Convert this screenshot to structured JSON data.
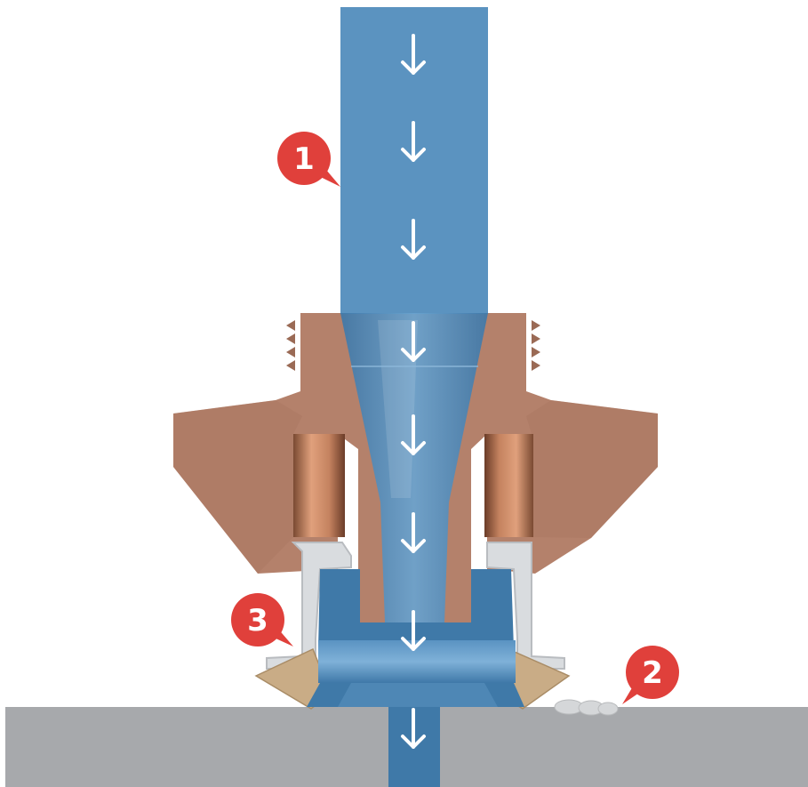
{
  "diagram": {
    "callouts": [
      {
        "label": "1"
      },
      {
        "label": "2"
      },
      {
        "label": "3"
      }
    ],
    "colors": {
      "stream": "#5b93c0",
      "stream_dark": "#3f79a8",
      "copper_body": "#b4816b",
      "copper_shadow": "#9a6a55",
      "copper_bore": "#c98a6a",
      "seal_silver": "#d9dcdf",
      "seal_tan": "#c9ac86",
      "surface": "#a7a9ac",
      "callout": "#e0403b",
      "arrow": "#ffffff"
    },
    "icons": [
      "down-arrow-icon",
      "callout-marker-icon"
    ]
  }
}
